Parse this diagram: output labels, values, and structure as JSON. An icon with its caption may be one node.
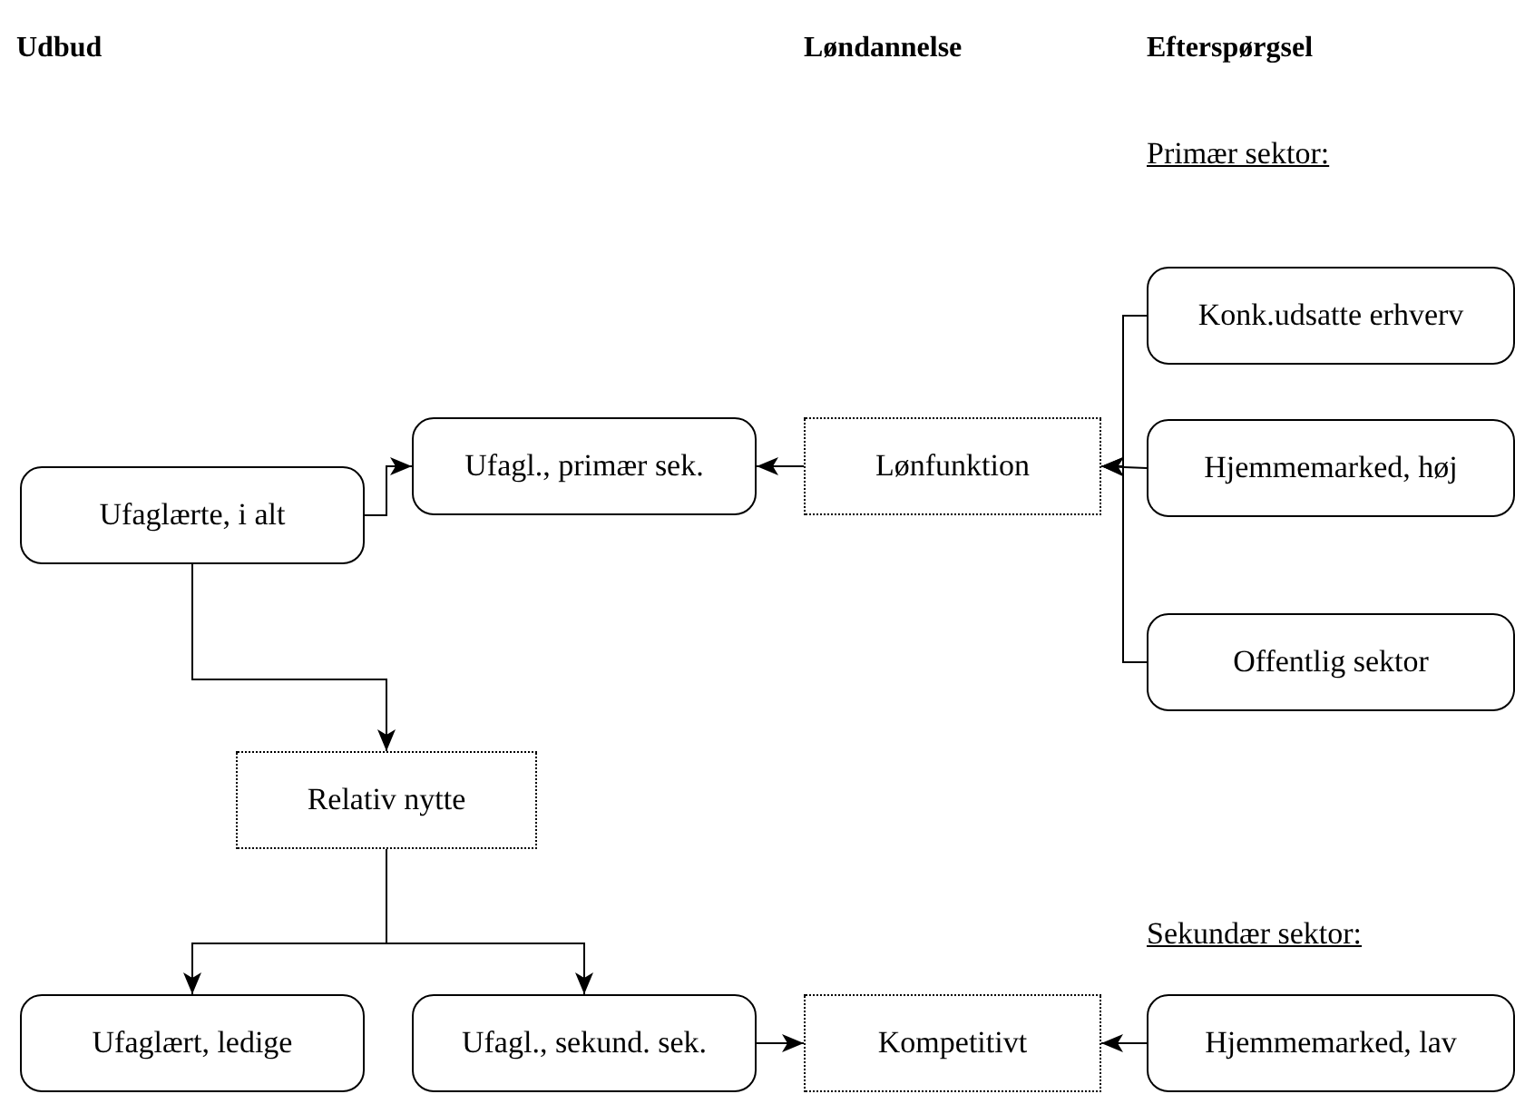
{
  "diagram": {
    "nodes": [
      {
        "text": [
          "Konk.udsatte erhverv"
        ]
      },
      {
        "text": [
          "Hjemmemarked, høj"
        ]
      },
      {
        "text": [
          "Offentlig sektor"
        ]
      },
      {
        "text": [
          "Lønfunktion"
        ]
      },
      {
        "text": [
          "Ufagl., primær sek."
        ]
      },
      {
        "text": [
          "Ufaglærte, i alt"
        ]
      },
      {
        "text": [
          "Relativ nytte"
        ]
      },
      {
        "text": [
          "Ufaglært, ledige"
        ]
      },
      {
        "text": [
          "Ufagl., sekund. sek."
        ]
      },
      {
        "text": [
          "Kompetitivt"
        ]
      },
      {
        "text": [
          "Hjemmemarked, lav"
        ]
      }
    ],
    "edges": [
      {
        "from": 0,
        "to": 3,
        "arrow": "to"
      },
      {
        "from": 1,
        "to": 3,
        "arrow": "to"
      },
      {
        "from": 2,
        "to": 3,
        "arrow": "to"
      },
      {
        "from": 3,
        "to": 4,
        "arrow": "to"
      },
      {
        "from": 5,
        "to": 4,
        "arrow": "to"
      },
      {
        "from": 5,
        "to": 6,
        "arrow": "to"
      },
      {
        "from": 6,
        "to": 7,
        "arrow": "to"
      },
      {
        "from": 6,
        "to": 8,
        "arrow": "to"
      },
      {
        "from": 8,
        "to": 9,
        "arrow": "to"
      },
      {
        "from": 10,
        "to": 9,
        "arrow": "to"
      }
    ],
    "labels": [
      "Udbud",
      "Løndannelse",
      "Efterspørgsel",
      "Primær sektor:",
      "Sekundær sektor:"
    ]
  }
}
